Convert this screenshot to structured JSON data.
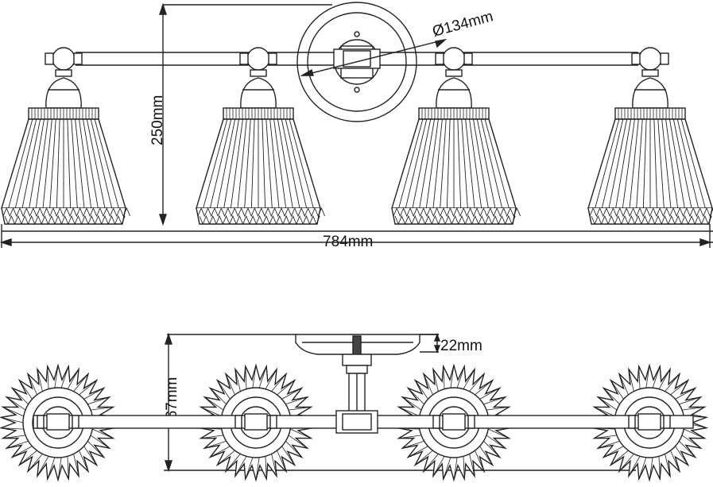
{
  "front_view": {
    "mount_diameter_label": "Ø134mm",
    "height_label": "250mm",
    "width_label": "784mm",
    "lamp_count": 4
  },
  "top_view": {
    "projection_label": "167mm",
    "backplate_depth_label": "22mm",
    "lamp_count": 4
  },
  "colors": {
    "line": "#222222",
    "background": "#ffffff"
  }
}
